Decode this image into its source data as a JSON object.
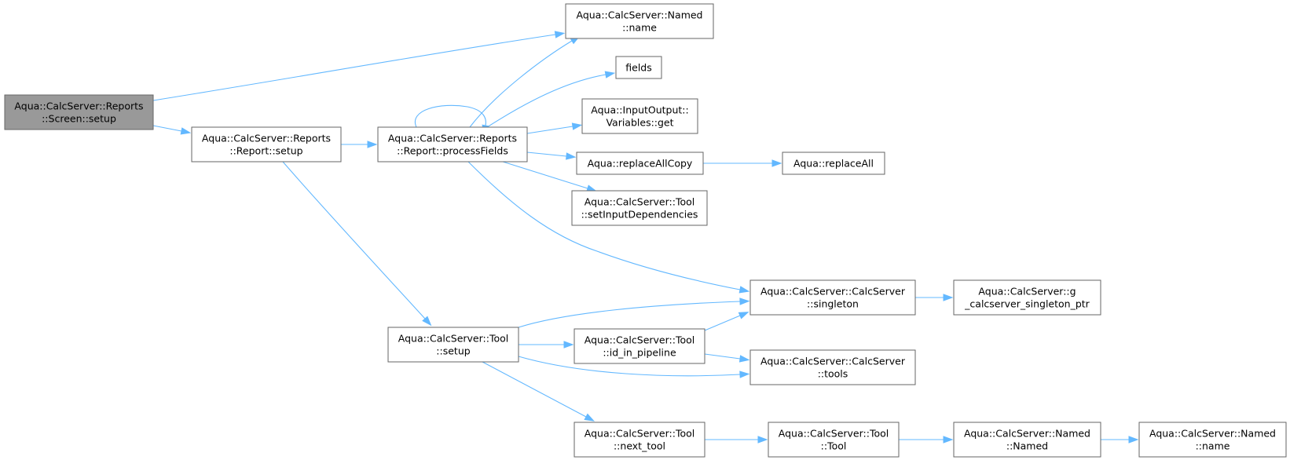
{
  "colors": {
    "edge": "#63b8ff",
    "node_border": "#666666",
    "root_fill": "#999999",
    "node_fill": "#ffffff"
  },
  "nodes": [
    {
      "id": "screen_setup",
      "lines": [
        "Aqua::CalcServer::Reports",
        "::Screen::setup"
      ],
      "root": true
    },
    {
      "id": "named_name_top",
      "lines": [
        "Aqua::CalcServer::Named",
        "::name"
      ]
    },
    {
      "id": "report_setup",
      "lines": [
        "Aqua::CalcServer::Reports",
        "::Report::setup"
      ]
    },
    {
      "id": "process_fields",
      "lines": [
        "Aqua::CalcServer::Reports",
        "::Report::processFields"
      ]
    },
    {
      "id": "fields",
      "lines": [
        "fields"
      ]
    },
    {
      "id": "variables_get",
      "lines": [
        "Aqua::InputOutput::",
        "Variables::get"
      ]
    },
    {
      "id": "replace_all_copy",
      "lines": [
        "Aqua::replaceAllCopy"
      ]
    },
    {
      "id": "replace_all",
      "lines": [
        "Aqua::replaceAll"
      ]
    },
    {
      "id": "set_input_deps",
      "lines": [
        "Aqua::CalcServer::Tool",
        "::setInputDependencies"
      ]
    },
    {
      "id": "singleton",
      "lines": [
        "Aqua::CalcServer::CalcServer",
        "::singleton"
      ]
    },
    {
      "id": "singleton_ptr",
      "lines": [
        "Aqua::CalcServer::g",
        "_calcserver_singleton_ptr"
      ]
    },
    {
      "id": "tool_setup",
      "lines": [
        "Aqua::CalcServer::Tool",
        "::setup"
      ]
    },
    {
      "id": "id_in_pipeline",
      "lines": [
        "Aqua::CalcServer::Tool",
        "::id_in_pipeline"
      ]
    },
    {
      "id": "tools",
      "lines": [
        "Aqua::CalcServer::CalcServer",
        "::tools"
      ]
    },
    {
      "id": "next_tool",
      "lines": [
        "Aqua::CalcServer::Tool",
        "::next_tool"
      ]
    },
    {
      "id": "tool_ctor",
      "lines": [
        "Aqua::CalcServer::Tool",
        "::Tool"
      ]
    },
    {
      "id": "named_ctor",
      "lines": [
        "Aqua::CalcServer::Named",
        "::Named"
      ]
    },
    {
      "id": "named_name_bottom",
      "lines": [
        "Aqua::CalcServer::Named",
        "::name"
      ]
    }
  ],
  "edges": [
    {
      "from": "screen_setup",
      "to": "named_name_top"
    },
    {
      "from": "screen_setup",
      "to": "report_setup"
    },
    {
      "from": "report_setup",
      "to": "process_fields"
    },
    {
      "from": "report_setup",
      "to": "tool_setup"
    },
    {
      "from": "process_fields",
      "to": "process_fields"
    },
    {
      "from": "process_fields",
      "to": "named_name_top"
    },
    {
      "from": "process_fields",
      "to": "fields"
    },
    {
      "from": "process_fields",
      "to": "variables_get"
    },
    {
      "from": "process_fields",
      "to": "replace_all_copy"
    },
    {
      "from": "process_fields",
      "to": "set_input_deps"
    },
    {
      "from": "process_fields",
      "to": "singleton"
    },
    {
      "from": "replace_all_copy",
      "to": "replace_all"
    },
    {
      "from": "singleton",
      "to": "singleton_ptr"
    },
    {
      "from": "tool_setup",
      "to": "singleton"
    },
    {
      "from": "tool_setup",
      "to": "id_in_pipeline"
    },
    {
      "from": "tool_setup",
      "to": "tools"
    },
    {
      "from": "tool_setup",
      "to": "next_tool"
    },
    {
      "from": "id_in_pipeline",
      "to": "singleton"
    },
    {
      "from": "id_in_pipeline",
      "to": "tools"
    },
    {
      "from": "next_tool",
      "to": "tool_ctor"
    },
    {
      "from": "tool_ctor",
      "to": "named_ctor"
    },
    {
      "from": "named_ctor",
      "to": "named_name_bottom"
    }
  ]
}
